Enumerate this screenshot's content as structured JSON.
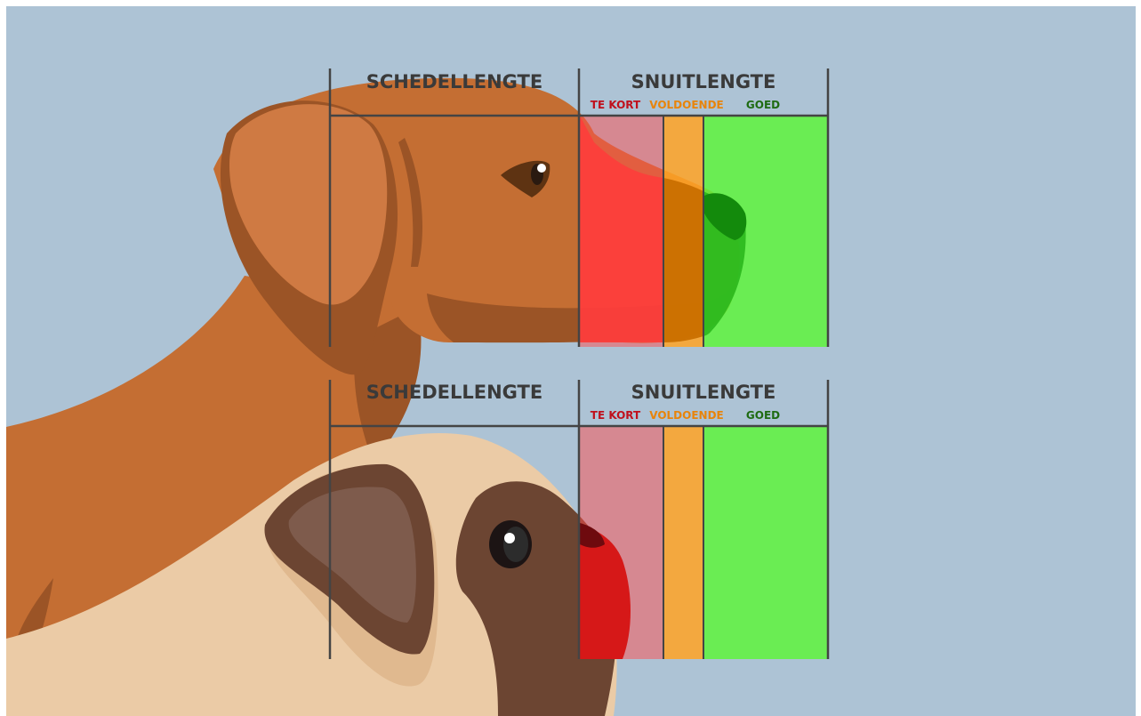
{
  "colors": {
    "background": "#adc3d5",
    "dog_coat": "#c46e33",
    "dog_shadow": "#9b5426",
    "pug_coat": "#ebcba6",
    "pug_mask": "#6c4532",
    "zone_too_short": "#ff4d4d",
    "zone_sufficient": "#ffa325",
    "zone_good": "#5ef53c",
    "label_too_short": "#c0101c",
    "label_sufficient": "#e8840a",
    "label_good": "#1e6b12",
    "heading": "#3a3a3a"
  },
  "top": {
    "skull_label": "SCHEDELLENGTE",
    "muzzle_label": "SNUITLENGTE",
    "too_short": "TE KORT",
    "sufficient": "VOLDOENDE",
    "good": "GOED"
  },
  "bottom": {
    "skull_label": "SCHEDELLENGTE",
    "muzzle_label": "SNUITLENGTE",
    "too_short": "TE KORT",
    "sufficient": "VOLDOENDE",
    "good": "GOED"
  }
}
